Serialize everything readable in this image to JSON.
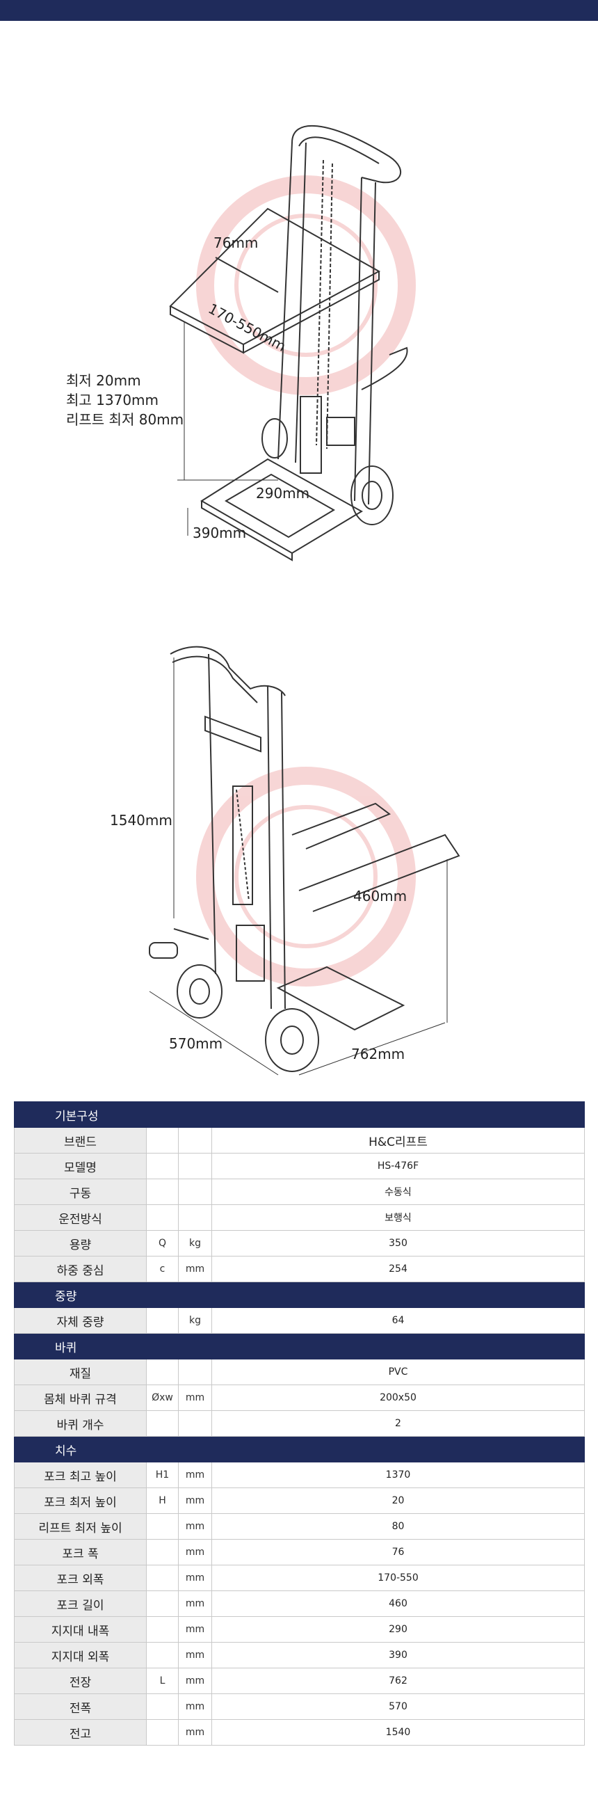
{
  "drawing_top": {
    "labels": {
      "fork_width": "76mm",
      "fork_outer": "170-550mm",
      "min_height": "최저 20mm",
      "max_height": "최고 1370mm",
      "lift_min": "리프트 최저 80mm",
      "base_inner": "290mm",
      "base_outer": "390mm"
    }
  },
  "drawing_side": {
    "labels": {
      "total_height": "1540mm",
      "fork_length": "460mm",
      "total_width": "570mm",
      "total_length": "762mm"
    }
  },
  "colors": {
    "header_navy": "#1f2b5b",
    "label_gray": "#ebebeb",
    "watermark_red": "#e98a8a"
  },
  "spec": {
    "sections": [
      {
        "title": "기본구성",
        "rows": [
          {
            "label": "브랜드",
            "symbol": "",
            "unit": "",
            "value": "H&C리프트"
          },
          {
            "label": "모델명",
            "symbol": "",
            "unit": "",
            "value": "HS-476F"
          },
          {
            "label": "구동",
            "symbol": "",
            "unit": "",
            "value": "수동식"
          },
          {
            "label": "운전방식",
            "symbol": "",
            "unit": "",
            "value": "보행식"
          },
          {
            "label": "용량",
            "symbol": "Q",
            "unit": "kg",
            "value": "350"
          },
          {
            "label": "하중 중심",
            "symbol": "c",
            "unit": "mm",
            "value": "254"
          }
        ]
      },
      {
        "title": "중량",
        "rows": [
          {
            "label": "자체 중량",
            "symbol": "",
            "unit": "kg",
            "value": "64"
          }
        ]
      },
      {
        "title": "바퀴",
        "rows": [
          {
            "label": "재질",
            "symbol": "",
            "unit": "",
            "value": "PVC"
          },
          {
            "label": "몸체 바퀴 규격",
            "symbol": "Øxw",
            "unit": "mm",
            "value": "200x50"
          },
          {
            "label": "바퀴 개수",
            "symbol": "",
            "unit": "",
            "value": "2"
          }
        ]
      },
      {
        "title": "치수",
        "rows": [
          {
            "label": "포크 최고 높이",
            "symbol": "H1",
            "unit": "mm",
            "value": "1370"
          },
          {
            "label": "포크 최저 높이",
            "symbol": "H",
            "unit": "mm",
            "value": "20"
          },
          {
            "label": "리프트 최저 높이",
            "symbol": "",
            "unit": "mm",
            "value": "80"
          },
          {
            "label": "포크 폭",
            "symbol": "",
            "unit": "mm",
            "value": "76"
          },
          {
            "label": "포크 외폭",
            "symbol": "",
            "unit": "mm",
            "value": "170-550"
          },
          {
            "label": "포크 길이",
            "symbol": "",
            "unit": "mm",
            "value": "460"
          },
          {
            "label": "지지대 내폭",
            "symbol": "",
            "unit": "mm",
            "value": "290"
          },
          {
            "label": "지지대 외폭",
            "symbol": "",
            "unit": "mm",
            "value": "390"
          },
          {
            "label": "전장",
            "symbol": "L",
            "unit": "mm",
            "value": "762"
          },
          {
            "label": "전폭",
            "symbol": "",
            "unit": "mm",
            "value": "570"
          },
          {
            "label": "전고",
            "symbol": "",
            "unit": "mm",
            "value": "1540"
          }
        ]
      }
    ]
  }
}
